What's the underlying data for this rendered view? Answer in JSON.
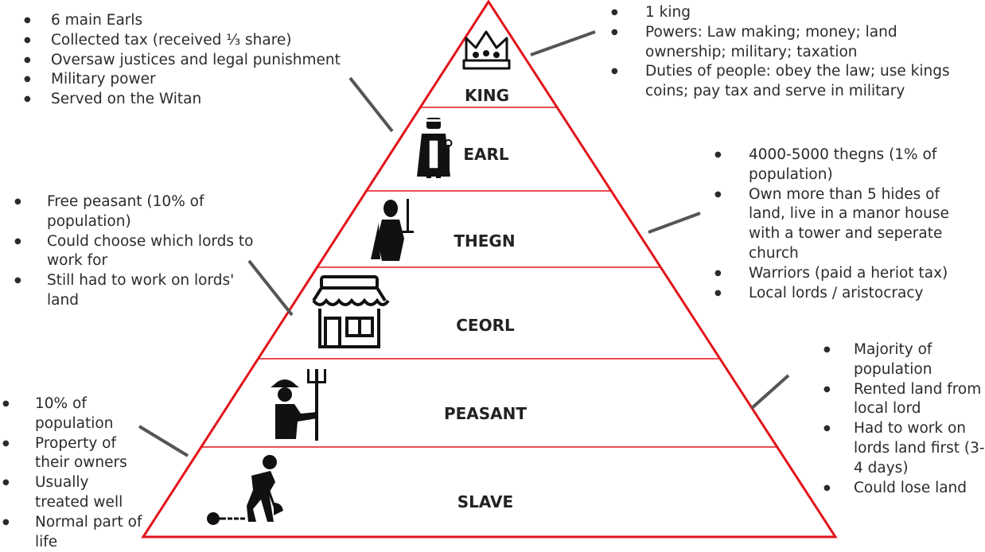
{
  "tiers": [
    {
      "label": "KING",
      "icon": "crown-icon"
    },
    {
      "label": "EARL",
      "icon": "earl-figure-icon"
    },
    {
      "label": "THEGN",
      "icon": "knight-with-sword-icon"
    },
    {
      "label": "CEORL",
      "icon": "shop-icon"
    },
    {
      "label": "PEASANT",
      "icon": "farmer-with-pitchfork-icon"
    },
    {
      "label": "SLAVE",
      "icon": "shackled-worker-with-shovel-icon"
    }
  ],
  "notes": {
    "earl": [
      "6 main Earls",
      "Collected tax (received ⅓ share)",
      "Oversaw justices and legal punishment",
      "Military power",
      "Served on the Witan"
    ],
    "king": [
      "1 king",
      "Powers: Law making; money; land ownership; military; taxation",
      "Duties of people: obey the law; use kings coins; pay tax and serve in military"
    ],
    "ceorl": [
      "Free peasant (10% of population)",
      "Could choose which lords to work for",
      "Still had to work on lords' land"
    ],
    "thegn": [
      "4000-5000 thegns (1% of population)",
      "Own more than 5 hides of land, live in a manor house with a tower and seperate church",
      "Warriors (paid a heriot tax)",
      "Local lords / aristocracy"
    ],
    "peasant": [
      "Majority of population",
      "Rented land from local lord",
      "Had to work on lords land first (3-4 days)",
      "Could lose land"
    ],
    "slave": [
      "10% of population",
      "Property of their owners",
      "Usually treated well",
      "Normal part of life"
    ]
  },
  "colors": {
    "pyramid_outline": "#e2141b",
    "connector": "#555555",
    "text": "#2b2b2b"
  }
}
